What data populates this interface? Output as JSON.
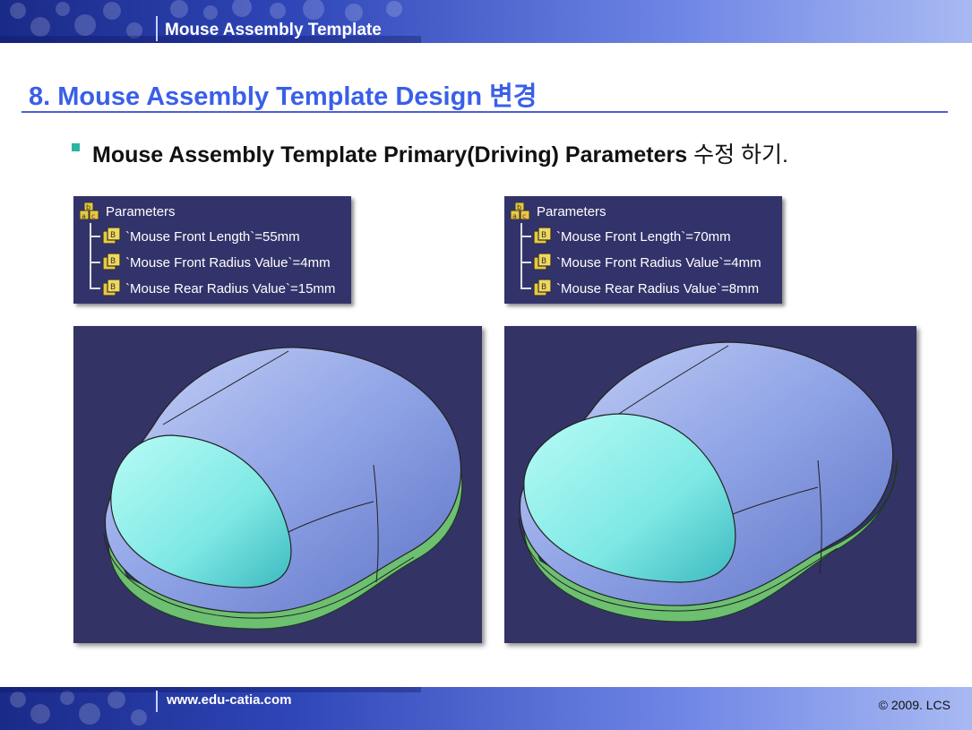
{
  "header": {
    "title": "Mouse Assembly Template"
  },
  "section": {
    "title": "8. Mouse Assembly Template Design 변경"
  },
  "bullet": {
    "bold_text": "Mouse Assembly Template Primary(Driving) Parameters",
    "rest_text": " 수정 하기."
  },
  "params_left": {
    "root": "Parameters",
    "items": [
      "`Mouse Front Length`=55mm",
      "`Mouse Front Radius Value`=4mm",
      "`Mouse Rear Radius Value`=15mm"
    ]
  },
  "params_right": {
    "root": "Parameters",
    "items": [
      "`Mouse Front Length`=70mm",
      "`Mouse Front Radius Value`=4mm",
      "`Mouse Rear Radius Value`=8mm"
    ]
  },
  "footer": {
    "url": "www.edu-catia.com",
    "copyright": "© 2009. LCS"
  },
  "colors": {
    "brand_blue": "#3a5fe8",
    "panel_bg": "#33336b",
    "body_blue": "#8ea2e6",
    "button_cyan": "#7ee8e4",
    "base_green": "#6cc070"
  }
}
